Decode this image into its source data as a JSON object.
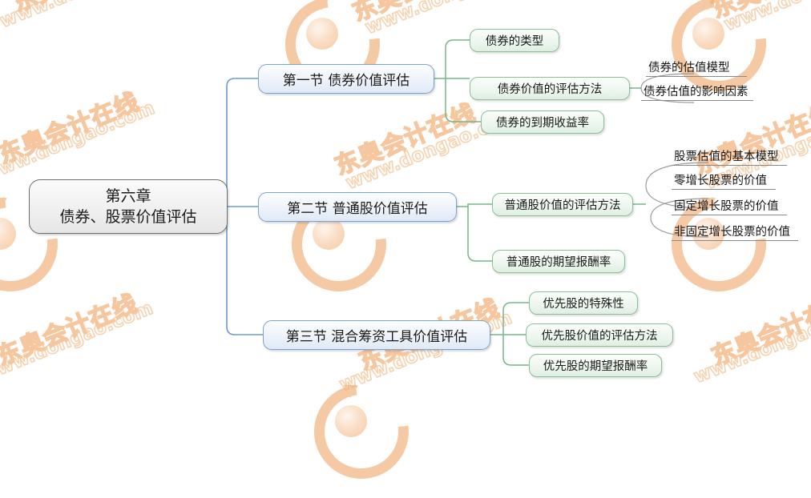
{
  "document": {
    "title": "第六章 债券、股票价值评估 思维导图",
    "theme": {
      "root_border": "#6e6e6e",
      "level1_border": "#7ba3d0",
      "level1_edge": "#6d9ad0",
      "level2_border": "#8cbf96",
      "level2_edge": "#79b689",
      "level3_underline": "#8a8a8a",
      "watermark": "#f0a96c",
      "canvas": "#ffffff"
    }
  },
  "watermark": {
    "brand_text": "东奥会计在线",
    "url_text": "www.dongao.com",
    "logo_name": "dongao-circle-logo"
  },
  "root": {
    "line1": "第六章",
    "line2": "债券、股票价值评估"
  },
  "sections": [
    {
      "id": "s1",
      "label": "第一节 债券价值评估",
      "children": [
        {
          "label": "债券的类型",
          "grandchildren": []
        },
        {
          "label": "债券价值的评估方法",
          "grandchildren": [
            "债券的估值模型",
            "债券估值的影响因素"
          ]
        },
        {
          "label": "债券的到期收益率",
          "grandchildren": []
        }
      ]
    },
    {
      "id": "s2",
      "label": "第二节 普通股价值评估",
      "children": [
        {
          "label": "普通股价值的评估方法",
          "grandchildren": [
            "股票估值的基本模型",
            "零增长股票的价值",
            "固定增长股票的价值",
            "非固定增长股票的价值"
          ]
        },
        {
          "label": "普通股的期望报酬率",
          "grandchildren": []
        }
      ]
    },
    {
      "id": "s3",
      "label": "第三节 混合筹资工具价值评估",
      "children": [
        {
          "label": "优先股的特殊性",
          "grandchildren": []
        },
        {
          "label": "优先股价值的评估方法",
          "grandchildren": []
        },
        {
          "label": "优先股的期望报酬率",
          "grandchildren": []
        }
      ]
    }
  ]
}
